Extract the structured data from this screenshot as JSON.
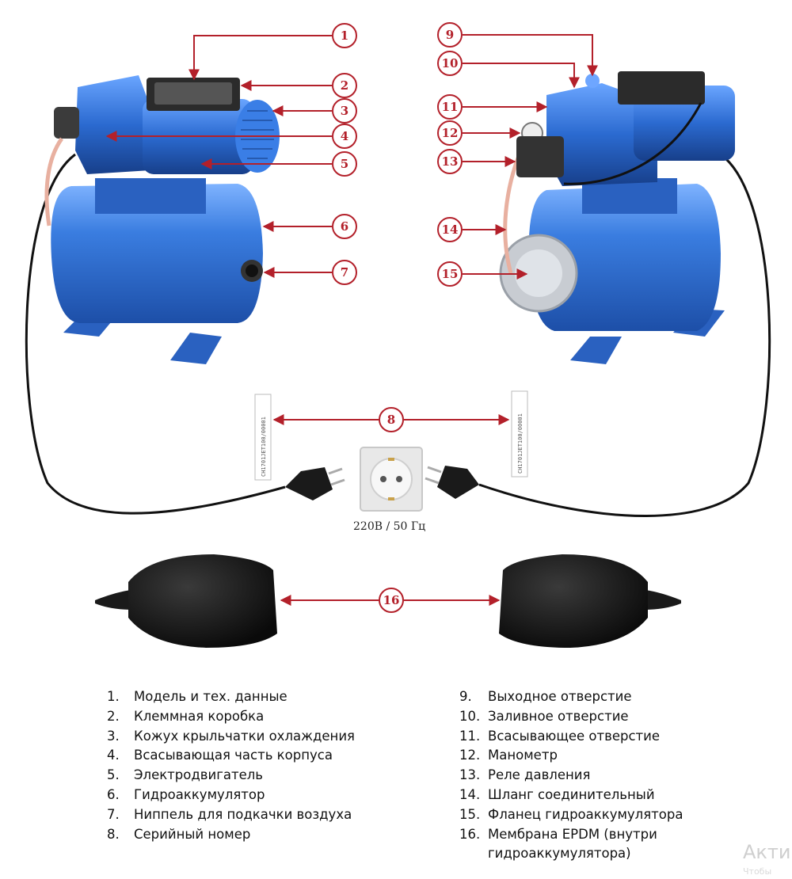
{
  "callouts": [
    "1",
    "2",
    "3",
    "4",
    "5",
    "6",
    "7",
    "8",
    "9",
    "10",
    "11",
    "12",
    "13",
    "14",
    "15",
    "16"
  ],
  "serial_left": "CH1701JET100/00001",
  "serial_right": "CH1701JET100/00001",
  "voltage": "220В / 50 Гц",
  "legend_left": [
    {
      "num": "1.",
      "text": "Модель и тех. данные"
    },
    {
      "num": "2.",
      "text": "Клеммная коробка"
    },
    {
      "num": "3.",
      "text": "Кожух крыльчатки охлаждения"
    },
    {
      "num": "4.",
      "text": "Всасывающая часть корпуса"
    },
    {
      "num": "5.",
      "text": "Электродвигатель"
    },
    {
      "num": "6.",
      "text": "Гидроаккумулятор"
    },
    {
      "num": "7.",
      "text": "Ниппель для подкачки воздуха"
    },
    {
      "num": "8.",
      "text": "Серийный номер"
    }
  ],
  "legend_right": [
    {
      "num": "9.",
      "text": "Выходное отверстие"
    },
    {
      "num": "10.",
      "text": "Заливное отверстие"
    },
    {
      "num": "11.",
      "text": "Всасывающее отверстие"
    },
    {
      "num": "12.",
      "text": "Манометр"
    },
    {
      "num": "13.",
      "text": "Реле давления"
    },
    {
      "num": "14.",
      "text": "Шланг соединительный"
    },
    {
      "num": "15.",
      "text": "Фланец гидроаккумулятора"
    },
    {
      "num": "16.",
      "text": "Мембрана EPDM (внутри гидроаккумулятора)"
    }
  ],
  "watermark": "Акти",
  "watermark_sub": "Чтобы",
  "colors": {
    "accent": "#b3202a",
    "pump_blue": "#2f6fd0",
    "cable": "#111111"
  }
}
